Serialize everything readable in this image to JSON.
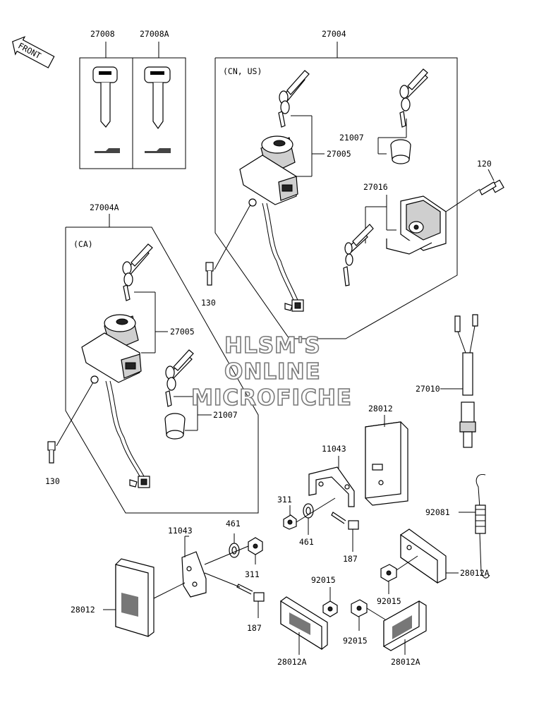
{
  "front_arrow": {
    "text": "FRONT"
  },
  "regions": {
    "cn_us": "(CN, US)",
    "ca": "(CA)"
  },
  "labels": {
    "p27008": "27008",
    "p27008A": "27008A",
    "p27004": "27004",
    "p27004A": "27004A",
    "p27005_top": "27005",
    "p21007_top": "21007",
    "p27016": "27016",
    "p120": "120",
    "p130_top": "130",
    "p27005_ca": "27005",
    "p21007_ca": "21007",
    "p130_ca": "130",
    "p27010": "27010",
    "p28012_right": "28012",
    "p11043_right": "11043",
    "p311_right": "311",
    "p461_right": "461",
    "p187_right": "187",
    "p92081": "92081",
    "p28012A_right": "28012A",
    "p11043_left": "11043",
    "p461_left": "461",
    "p311_left": "311",
    "p28012_left": "28012",
    "p187_left": "187",
    "p92015_a": "92015",
    "p92015_b": "92015",
    "p92015_c": "92015",
    "p28012A_bl": "28012A",
    "p28012A_br": "28012A"
  },
  "watermark": {
    "line1": "HLSM'S",
    "line2": "ONLINE",
    "line3": "MICROFICHE"
  }
}
